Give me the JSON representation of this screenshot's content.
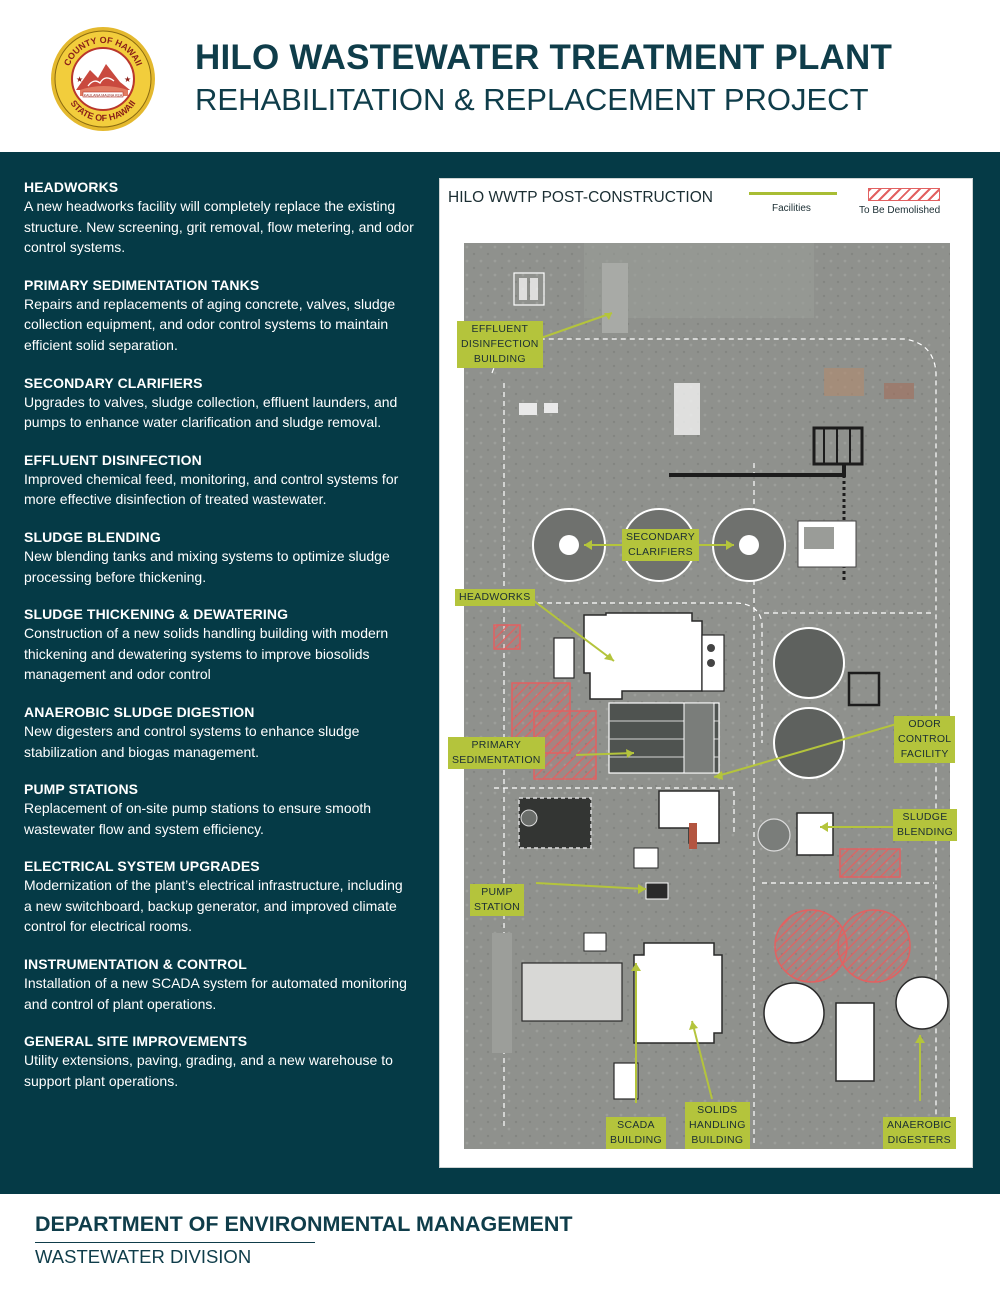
{
  "header": {
    "seal": {
      "text_top": "COUNTY OF HAWAII",
      "text_bottom": "STATE OF HAWAII",
      "motto": "KAULANA MAUNA KEA"
    },
    "title": "HILO WASTEWATER TREATMENT PLANT",
    "subtitle": "REHABILITATION & REPLACEMENT PROJECT"
  },
  "sections": [
    {
      "heading": "HEADWORKS",
      "text": "A new headworks facility will completely replace the existing structure. New screening, grit removal, flow metering, and odor control systems."
    },
    {
      "heading": "PRIMARY SEDIMENTATION TANKS",
      "text": "Repairs and replacements of aging concrete, valves, sludge collection equipment, and odor control systems to maintain efficient solid separation."
    },
    {
      "heading": "SECONDARY CLARIFIERS",
      "text": "Upgrades to valves, sludge collection, effluent launders, and pumps to enhance water clarification and sludge removal."
    },
    {
      "heading": "EFFLUENT DISINFECTION",
      "text": "Improved chemical feed, monitoring, and control systems for more effective disinfection of treated wastewater."
    },
    {
      "heading": "SLUDGE BLENDING",
      "text": "New blending tanks and mixing systems to optimize sludge processing before thickening."
    },
    {
      "heading": "SLUDGE THICKENING & DEWATERING",
      "text": "Construction of a new solids handling building with modern thickening and dewatering systems to improve biosolids management and odor control"
    },
    {
      "heading": "ANAEROBIC SLUDGE DIGESTION",
      "text": "New digesters and control systems to enhance sludge stabilization and biogas management."
    },
    {
      "heading": "PUMP STATIONS",
      "text": "Replacement of on-site pump stations to ensure smooth wastewater flow and system efficiency."
    },
    {
      "heading": "ELECTRICAL SYSTEM UPGRADES",
      "text": "Modernization of the plant’s electrical infrastructure, including a new switchboard, backup generator, and improved climate control for electrical rooms."
    },
    {
      "heading": "INSTRUMENTATION & CONTROL",
      "text": "Installation of a new SCADA system for automated monitoring and control of plant operations."
    },
    {
      "heading": "GENERAL SITE IMPROVEMENTS",
      "text": "Utility extensions, paving, grading, and a new warehouse to support plant operations."
    }
  ],
  "map": {
    "title": "HILO WWTP POST-CONSTRUCTION",
    "legend_facilities": "Facilities",
    "legend_demolished": "To Be Demolished",
    "labels": {
      "effluent_1": "EFFLUENT",
      "effluent_2": "DISINFECTION",
      "effluent_3": "BUILDING",
      "clarifiers_1": "SECONDARY",
      "clarifiers_2": "CLARIFIERS",
      "headworks": "HEADWORKS",
      "odor_1": "ODOR",
      "odor_2": "CONTROL",
      "odor_3": "FACILITY",
      "primary_1": "PRIMARY",
      "primary_2": "SEDIMENTATION",
      "blending_1": "SLUDGE",
      "blending_2": "BLENDING",
      "pump_1": "PUMP",
      "pump_2": "STATION",
      "scada_1": "SCADA",
      "scada_2": "BUILDING",
      "solids_1": "SOLIDS",
      "solids_2": "HANDLING",
      "solids_3": "BUILDING",
      "digesters_1": "ANAEROBIC",
      "digesters_2": "DIGESTERS"
    },
    "colors": {
      "facility_green": "#b4c43c",
      "demolish_red": "#e26161",
      "panel_teal": "#053a46"
    }
  },
  "footer": {
    "department": "DEPARTMENT OF ENVIRONMENTAL MANAGEMENT",
    "division": "WASTEWATER DIVISION"
  }
}
